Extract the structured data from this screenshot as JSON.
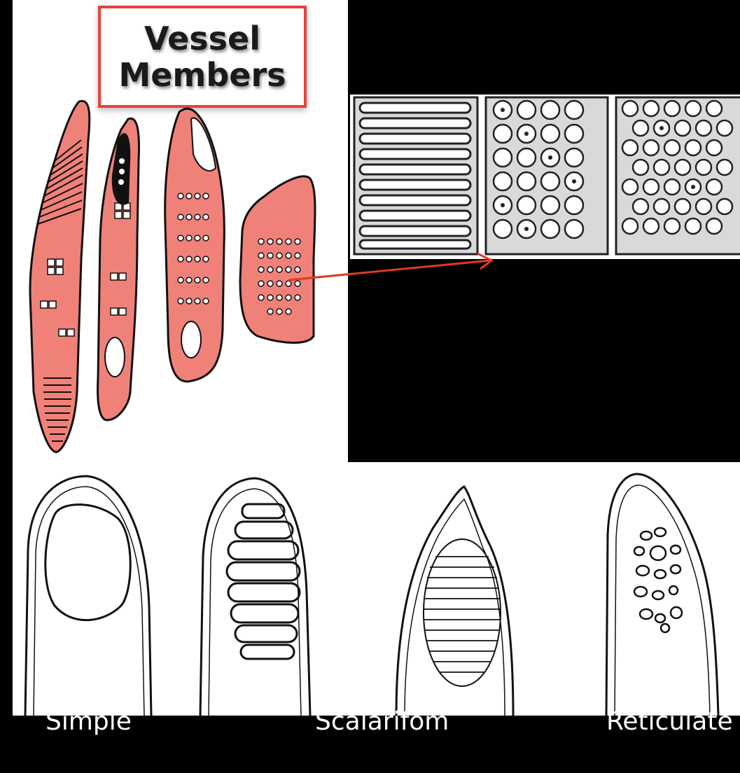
{
  "title": {
    "line1": "Vessel",
    "line2": "Members"
  },
  "labels": {
    "simple": "Simple",
    "scalariform": "Scalarifom",
    "reticulate": "Reticulate"
  },
  "colors": {
    "cell_fill": "#f08179",
    "title_border": "#e8423a",
    "arrow": "#e03a1e",
    "background": "#000000"
  }
}
